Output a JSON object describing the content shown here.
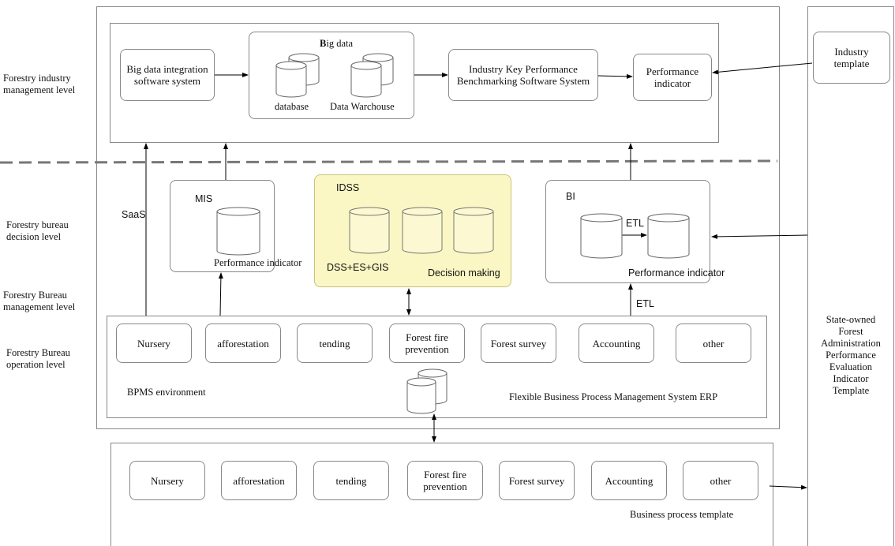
{
  "levels": {
    "industry_management": "Forestry industry\nmanagement level",
    "bureau_decision": "Forestry bureau\ndecision level",
    "bureau_management": "Forestry Bureau\nmanagement level",
    "bureau_operation": "Forestry Bureau\noperation level"
  },
  "top": {
    "integration": "Big data integration\nsoftware system",
    "bigdata_title_bold": "B",
    "bigdata_title_rest": "ig data",
    "database": "database",
    "data_warehouse": "Data Warchouse",
    "kpi_system": "Industry Key Performance\nBenchmarking Software System",
    "performance_indicator": "Performance\nindicator",
    "industry_template": "Industry\ntemplate"
  },
  "mid": {
    "saas": "SaaS",
    "mis_title": "MIS",
    "mis_db": "DB",
    "mis_caption": "Performance indicator",
    "idss_title": "IDSS",
    "idss_db": "DB",
    "idss_kb": "KB",
    "idss_mb": "MB",
    "idss_dss": "DSS+ES+GIS",
    "idss_decision": "Decision making",
    "bi_title": "BI",
    "bi_db": "DB",
    "bi_etl": "ETL",
    "bi_dw": "DW",
    "bi_caption": "Performance indicator",
    "etl_lower": "ETL"
  },
  "bpms": {
    "items": [
      "Nursery",
      "afforestation",
      "tending",
      "Forest fire\nprevention",
      "Forest survey",
      "Accounting",
      "other"
    ],
    "env_label": "BPMS environment",
    "erp_label": "Flexible Business Process Management System ERP"
  },
  "template": {
    "items": [
      "Nursery",
      "afforestation",
      "tending",
      "Forest fire\nprevention",
      "Forest survey",
      "Accounting",
      "other"
    ],
    "label": "Business process template"
  },
  "right": {
    "state_owned": "State-owned\nForest\nAdministration\nPerformance\nEvaluation\nIndicator\nTemplate"
  },
  "colors": {
    "idss_fill": "#fbf7c4",
    "idss_border": "#c8c27a",
    "border": "#888888",
    "dashed_line": "#777777"
  }
}
